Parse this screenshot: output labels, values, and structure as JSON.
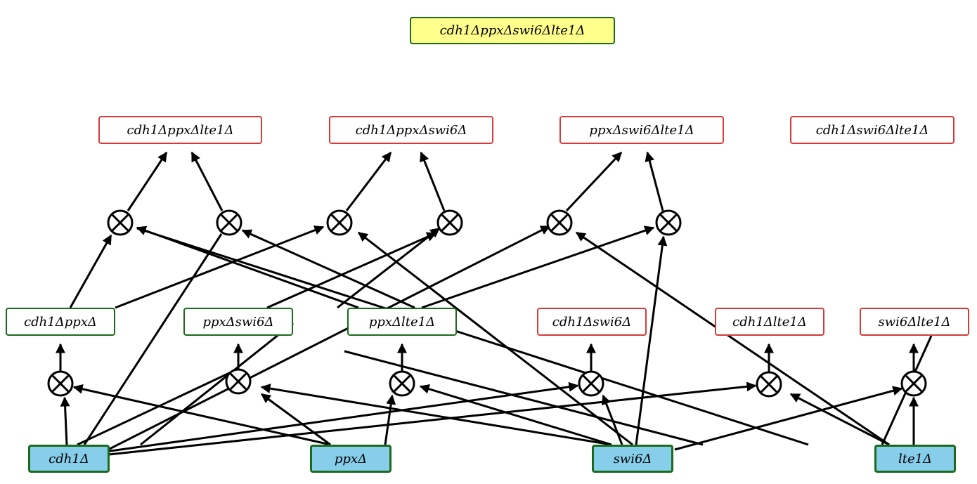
{
  "colors": {
    "single_fill": "#87ceeb",
    "viable_border": "#1a6b1a",
    "lethal_border": "#d63b3b",
    "top_fill": "#ffff8c",
    "edge": "#000000"
  },
  "nodes": {
    "quad": "cdh1ΔppxΔswi6Δlte1Δ",
    "t_cpl": "cdh1ΔppxΔlte1Δ",
    "t_cps": "cdh1ΔppxΔswi6Δ",
    "t_psl": "ppxΔswi6Δlte1Δ",
    "t_csl": "cdh1Δswi6Δlte1Δ",
    "d_cp": "cdh1ΔppxΔ",
    "d_ps": "ppxΔswi6Δ",
    "d_pl": "ppxΔlte1Δ",
    "d_cs": "cdh1Δswi6Δ",
    "d_cl": "cdh1Δlte1Δ",
    "d_sl": "swi6Δlte1Δ",
    "s_c": "cdh1Δ",
    "s_p": "ppxΔ",
    "s_s": "swi6Δ",
    "s_l": "lte1Δ"
  },
  "legend_icons": {
    "combine": "otimes-icon"
  }
}
